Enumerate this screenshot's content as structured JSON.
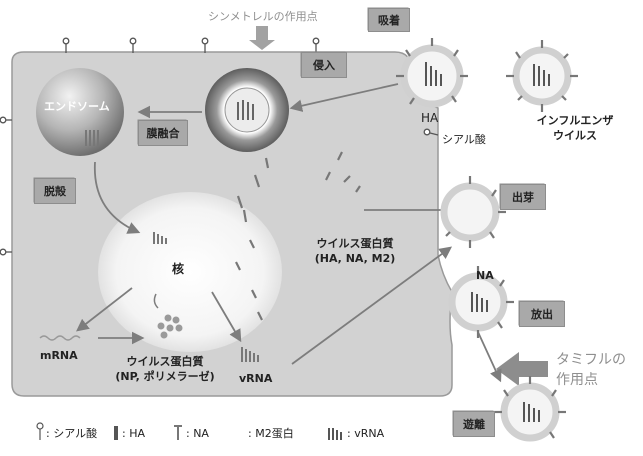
{
  "title_top": "シンメトレルの作用点",
  "steps": {
    "adsorption": "吸着",
    "entry": "侵入",
    "membrane_fusion": "膜融合",
    "uncoating": "脱殻",
    "budding": "出芽",
    "release": "放出",
    "separation": "遊離"
  },
  "labels": {
    "endosome": "エンドソーム",
    "nucleus": "核",
    "mrna": "mRNA",
    "vrna": "vRNA",
    "ha": "HA",
    "na": "NA",
    "sialic_acid": "シアル酸",
    "influenza_line1": "インフルエンザ",
    "influenza_line2": "ウイルス",
    "viral_protein_1_line1": "ウイルス蛋白質",
    "viral_protein_1_line2": "(HA, NA, M2)",
    "viral_protein_2_line1": "ウイルス蛋白質",
    "viral_protein_2_line2": "(NP, ポリメラーゼ)",
    "tamiflu_line1": "タミフルの",
    "tamiflu_line2": "作用点"
  },
  "legend": {
    "sialic": ": シアル酸",
    "ha": ": HA",
    "na": ": NA",
    "m2": ": M2蛋白",
    "vrna": ": vRNA"
  },
  "colors": {
    "cell_fill": "#d2d2d2",
    "cell_edge": "#9a9a9a",
    "step_box": "#a9a9a9",
    "virus_ring": "#d4d4d4",
    "arrow": "#7d7d7d",
    "drug_arrow": "#8d8d8d"
  }
}
